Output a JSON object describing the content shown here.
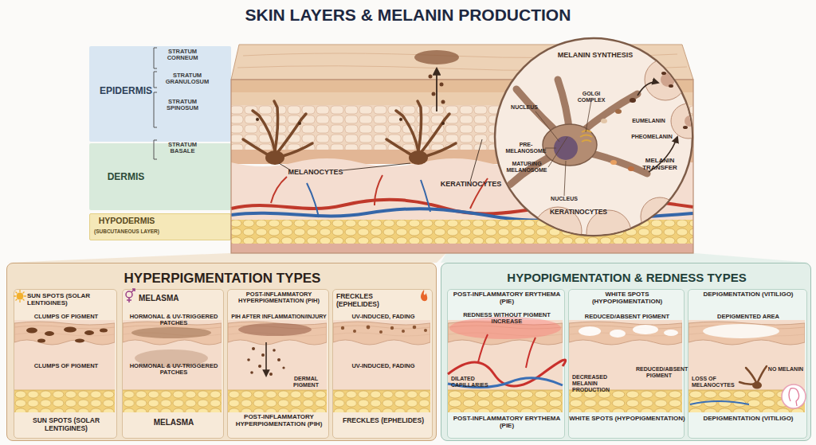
{
  "diagram": {
    "title": "SKIN LAYERS & MELANIN PRODUCTION",
    "nodes": [
      {
        "text": [
          "EPIDERMIS"
        ]
      },
      {
        "text": [
          "DERMIS"
        ]
      },
      {
        "text": [
          "HYPODERMIS",
          "(SUBCUTANEOUS LAYER)"
        ]
      },
      {
        "text": [
          "MELANIN SYNTHESIS"
        ]
      },
      {
        "text": [
          "HYPERPIGMENTATION TYPES"
        ]
      },
      {
        "text": [
          "SUN SPOTS (SOLAR LENTIGINES)",
          "CLUMPS OF PIGMENT",
          "CLUMPS OF PIGMENT",
          "SUN SPOTS (SOLAR LENTIGINES)"
        ],
        "in": 4
      },
      {
        "text": [
          "MELASMA",
          "HORMONAL & UV-TRIGGERED PATCHES",
          "HORMONAL & UV-TRIGGERED PATCHES",
          "MELASMA"
        ],
        "in": 4
      },
      {
        "text": [
          "POST-INFLAMMATORY HYPERPIGMENTATION (PIH)",
          "PIH AFTER INFLAMMATION/INJURY",
          "DERMAL PIGMENT",
          "POST-INFLAMMATORY HYPERPIGMENTATION (PIH)"
        ],
        "in": 4
      },
      {
        "text": [
          "FRECKLES (EPHELIDES)",
          "UV-INDUCED, FADING",
          "UV-INDUCED, FADING",
          "FRECKLES (EPHELIDES)"
        ],
        "in": 4
      },
      {
        "text": [
          "HYPOPIGMENTATION & REDNESS TYPES"
        ]
      },
      {
        "text": [
          "POST-INFLAMMATORY ERYTHEMA (PIE)",
          "REDNESS WITHOUT PIGMENT INCREASE",
          "DILATED CAPILLARIES",
          "POST-INFLAMMATORY ERYTHEMA (PIE)"
        ],
        "in": 9
      },
      {
        "text": [
          "WHITE SPOTS (HYPOPIGMENTATION)",
          "REDUCED/ABSENT PIGMENT",
          "DECREASED MELANIN PRODUCTION",
          "REDUCED/ABSENT PIGMENT",
          "WHITE SPOTS (HYPOPIGMENTATION)"
        ],
        "in": 9
      },
      {
        "text": [
          "DEPIGMENTATION (VITILIGO)",
          "DEPIGMENTED AREA",
          "LOSS OF MELANOCYTES",
          "NO MELANIN",
          "DEPIGMENTATION (VITILIGO)"
        ],
        "in": 9
      }
    ],
    "labels": [
      "STRATUM CORNEUM",
      "STRATUM GRANULOSUM",
      "STRATUM SPINOSUM",
      "STRATUM BASALE",
      "MELANOCYTES",
      "KERATINOCYTES",
      "NUCLEUS",
      "GOLGI COMPLEX",
      "PRE-MELANOSOME",
      "MATURING MELANOSOME",
      "NUCLEUS",
      "EUMELANIN",
      "PHEOMELANIN",
      "MELANIN TRANSFER",
      "KERATINOCYTES"
    ]
  }
}
